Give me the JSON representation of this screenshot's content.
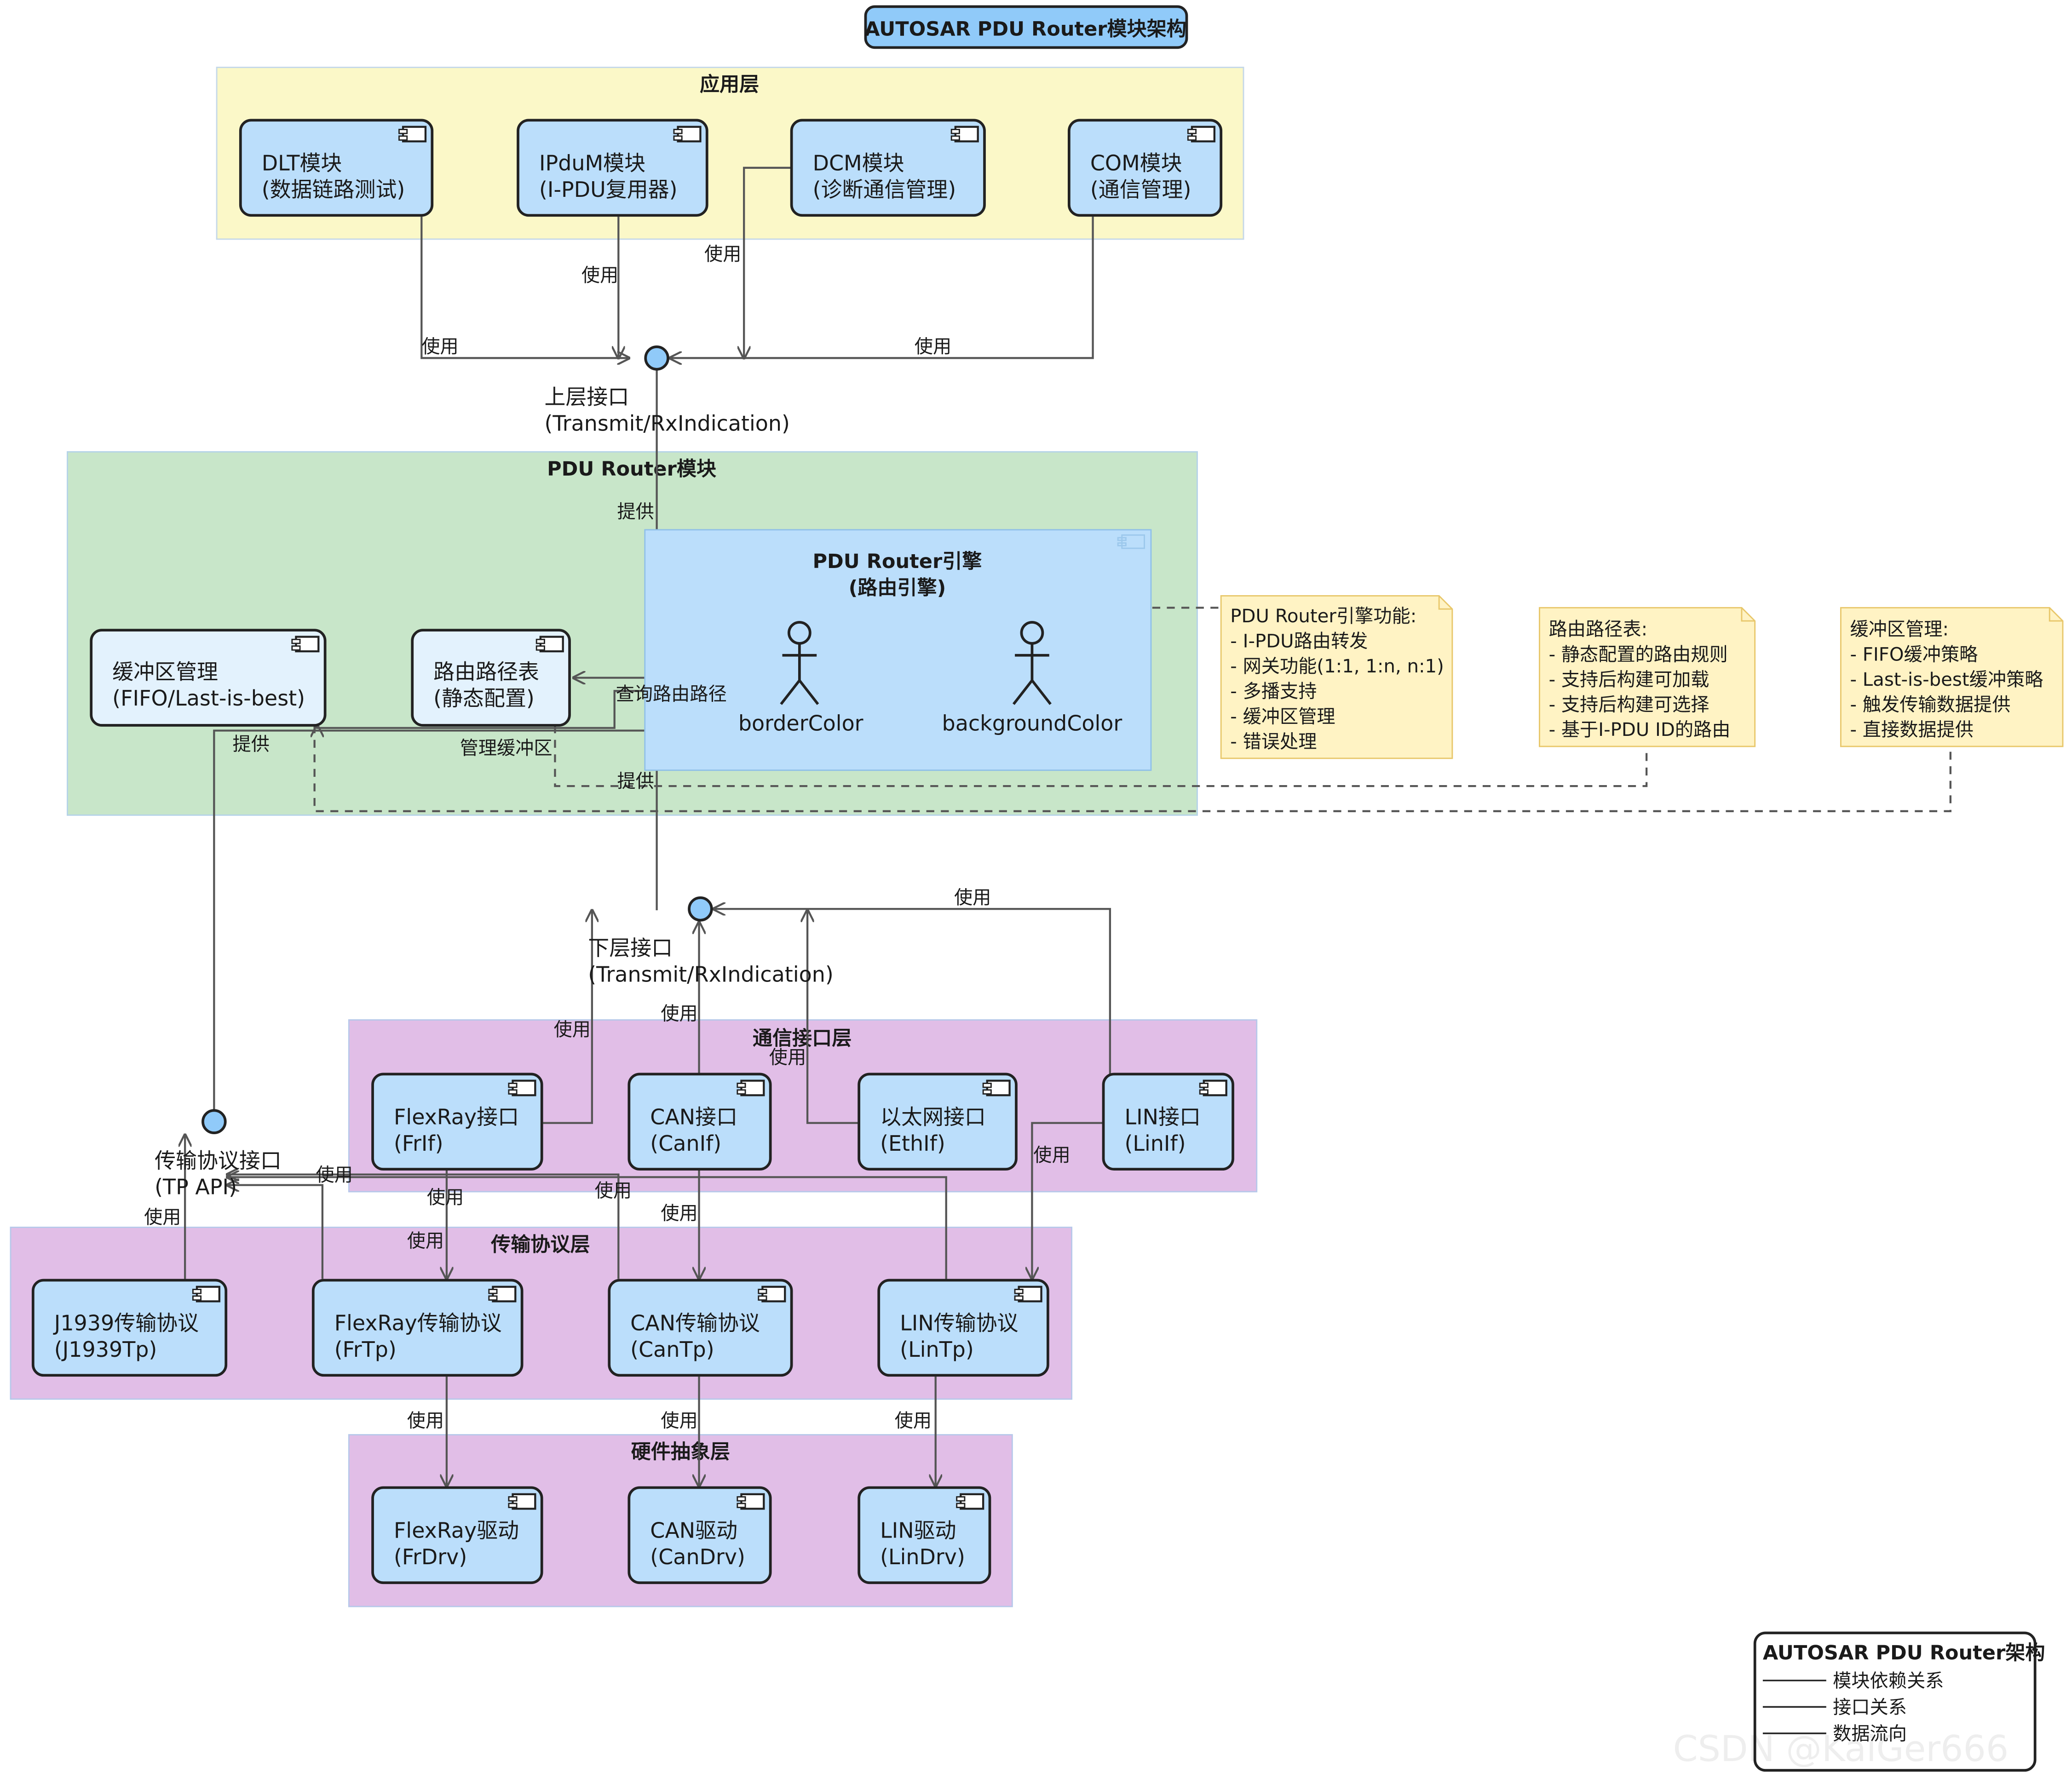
{
  "title": "AUTOSAR PDU Router模块架构",
  "packages": {
    "app": "应用层",
    "pdur": "PDU Router模块",
    "comm_if": "通信接口层",
    "tp": "传输协议层",
    "hw": "硬件抽象层"
  },
  "modules": {
    "dlt": [
      "DLT模块",
      "(数据链路测试)"
    ],
    "ipdum": [
      "IPduM模块",
      "(I-PDU复用器)"
    ],
    "dcm": [
      "DCM模块",
      "(诊断通信管理)"
    ],
    "com": [
      "COM模块",
      "(通信管理)"
    ],
    "buffer": [
      "缓冲区管理",
      "(FIFO/Last-is-best)"
    ],
    "routing_table": [
      "路由路径表",
      "(静态配置)"
    ],
    "frif": [
      "FlexRay接口",
      "(FrIf)"
    ],
    "canif": [
      "CAN接口",
      "(CanIf)"
    ],
    "ethif": [
      "以太网接口",
      "(EthIf)"
    ],
    "linif": [
      "LIN接口",
      "(LinIf)"
    ],
    "j1939tp": [
      "J1939传输协议",
      "(J1939Tp)"
    ],
    "frtp": [
      "FlexRay传输协议",
      "(FrTp)"
    ],
    "cantp": [
      "CAN传输协议",
      "(CanTp)"
    ],
    "lintp": [
      "LIN传输协议",
      "(LinTp)"
    ],
    "frdrv": [
      "FlexRay驱动",
      "(FrDrv)"
    ],
    "candrv": [
      "CAN驱动",
      "(CanDrv)"
    ],
    "lindrv": [
      "LIN驱动",
      "(LinDrv)"
    ]
  },
  "engine": {
    "title": [
      "PDU Router引擎",
      "(路由引擎)"
    ],
    "actors": [
      "borderColor",
      "backgroundColor"
    ]
  },
  "interfaces": {
    "upper": [
      "上层接口",
      "(Transmit/RxIndication)"
    ],
    "lower": [
      "下层接口",
      "(Transmit/RxIndication)"
    ],
    "tp": [
      "传输协议接口",
      "(TP API)"
    ]
  },
  "edge_labels": {
    "use": "使用",
    "provide": "提供",
    "query_route": "查询路由路径",
    "manage_buffer": "管理缓冲区"
  },
  "notes": {
    "engine": [
      "PDU Router引擎功能:",
      "- I-PDU路由转发",
      "- 网关功能(1:1, 1:n, n:1)",
      "- 多播支持",
      "- 缓冲区管理",
      "- 错误处理"
    ],
    "routing": [
      "路由路径表:",
      "- 静态配置的路由规则",
      "- 支持后构建可加载",
      "- 支持后构建可选择",
      "- 基于I-PDU ID的路由"
    ],
    "buffer": [
      "缓冲区管理:",
      "- FIFO缓冲策略",
      "- Last-is-best缓冲策略",
      "- 触发传输数据提供",
      "- 直接数据提供"
    ]
  },
  "legend": {
    "title": "AUTOSAR PDU Router架构",
    "items": [
      "模块依赖关系",
      "接口关系",
      "数据流向"
    ]
  },
  "watermark": "CSDN @KaiGer666",
  "colors": {
    "app_bg": "#fbf8c8",
    "pdur_bg": "#c8e6c9",
    "lower_bg": "#e1bee7",
    "module_fill": "#bbdefb",
    "module_fill_light": "#e3f2fd",
    "note_bg": "#fff3c4",
    "title_fill": "#90caf9",
    "line": "#555555"
  }
}
